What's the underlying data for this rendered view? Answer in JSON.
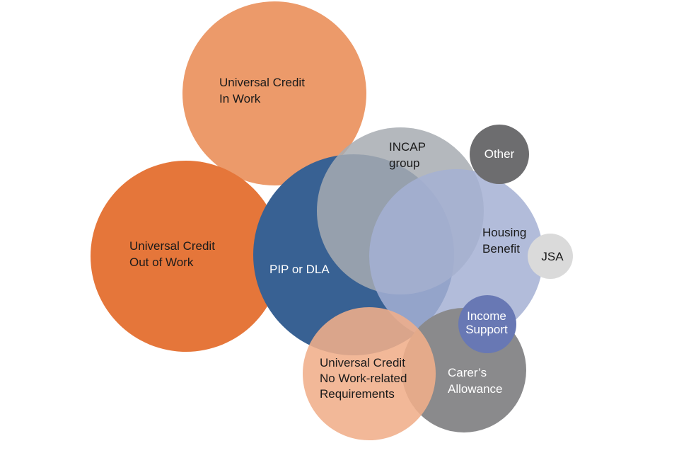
{
  "chart_data": {
    "type": "bubble",
    "title": "",
    "bubbles": [
      {
        "id": "uc-in-work",
        "lines": [
          "Universal Credit",
          "In Work"
        ],
        "color": "#EC9A6A",
        "text_color": "#1a1a1a"
      },
      {
        "id": "uc-out-of-work",
        "lines": [
          "Universal Credit",
          "Out of Work"
        ],
        "color": "#E5763A",
        "text_color": "#1a1a1a"
      },
      {
        "id": "pip-dla",
        "lines": [
          "PIP or DLA"
        ],
        "color": "#386193",
        "text_color": "#ffffff"
      },
      {
        "id": "incap",
        "lines": [
          "INCAP",
          "group"
        ],
        "color": "#A7ABB1",
        "text_color": "#1a1a1a"
      },
      {
        "id": "housing-benefit",
        "lines": [
          "Housing",
          "Benefit"
        ],
        "color": "#A4B0D4",
        "text_color": "#1a1a1a"
      },
      {
        "id": "other",
        "lines": [
          "Other"
        ],
        "color": "#6D6D6F",
        "text_color": "#ffffff"
      },
      {
        "id": "jsa",
        "lines": [
          "JSA"
        ],
        "color": "#DADADA",
        "text_color": "#1a1a1a"
      },
      {
        "id": "carers-allowance",
        "lines": [
          "Carer’s",
          "Allowance"
        ],
        "color": "#8A8A8C",
        "text_color": "#ffffff"
      },
      {
        "id": "uc-no-work-req",
        "lines": [
          "Universal Credit",
          "No Work-related",
          "Requirements"
        ],
        "color": "#F0AE8A",
        "text_color": "#1a1a1a"
      },
      {
        "id": "income-support",
        "lines": [
          "Income",
          "Support"
        ],
        "color": "#6878B4",
        "text_color": "#ffffff"
      }
    ]
  }
}
